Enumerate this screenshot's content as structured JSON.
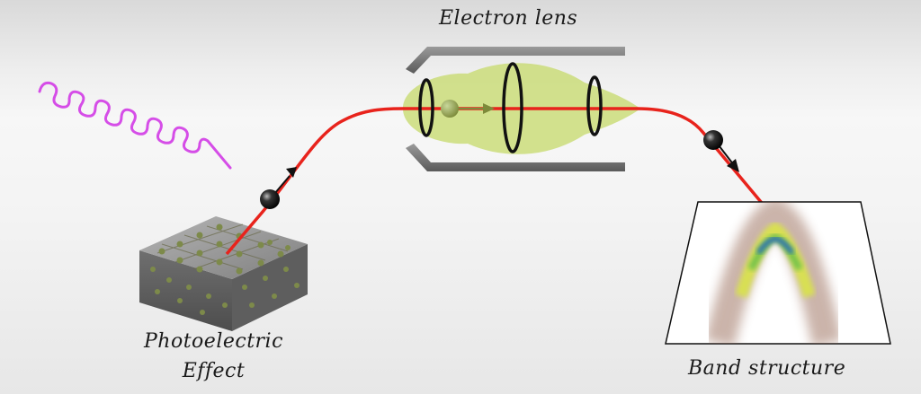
{
  "labels": {
    "electron_lens": "Electron lens",
    "photoelectric_line1": "Photoelectric",
    "photoelectric_line2": "Effect",
    "band_structure": "Band structure"
  },
  "colors": {
    "trajectory": "#e8231c",
    "photon": "#d23be6",
    "lens_cloud": "#c6da6a",
    "sample": "#8a8a8a",
    "electron": "#222222"
  }
}
